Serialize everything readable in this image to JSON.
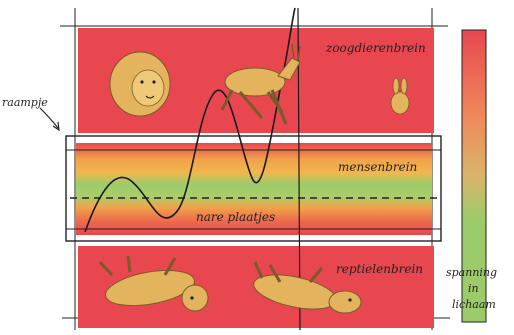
{
  "labels": {
    "zoogdieren": "zoogdierenbrein",
    "mensen": "mensenbrein",
    "nare": "nare plaatjes",
    "reptielen": "reptielenbrein",
    "raampje": "raampje",
    "spanning1": "spanning",
    "spanning2": "in",
    "spanning3": "lichaam"
  },
  "colors": {
    "red": "#e8474f",
    "orange": "#f0a24a",
    "green": "#9ccc6a",
    "animal": "#e3b45d",
    "ink": "#222222"
  },
  "icons": [
    "lion-icon",
    "antelope-icon",
    "rabbit-icon",
    "lying-animal-icon"
  ]
}
